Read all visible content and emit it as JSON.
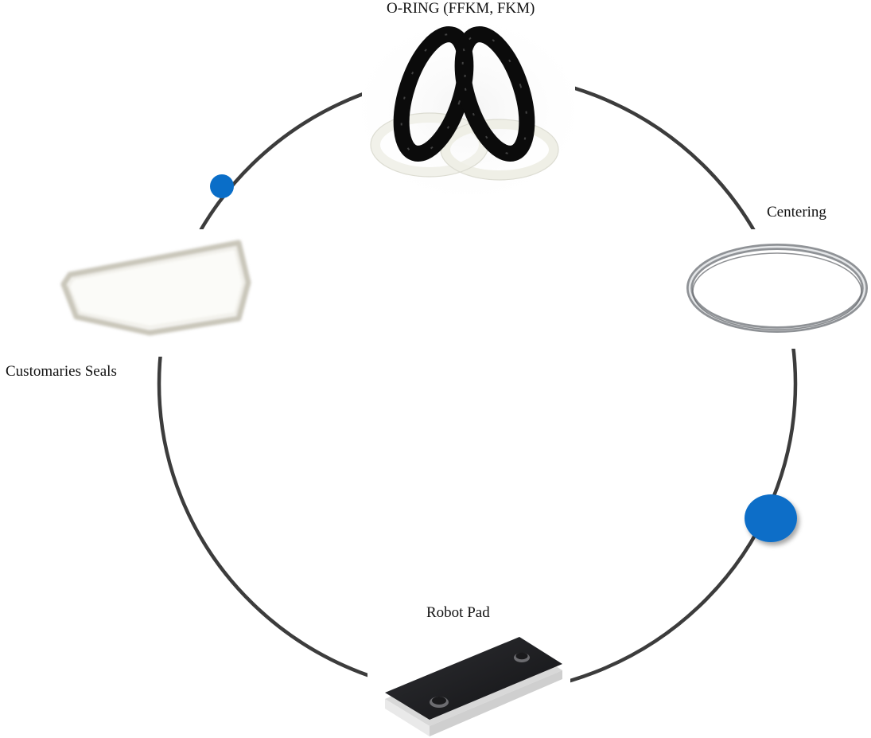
{
  "diagram": {
    "items": [
      {
        "id": "oring",
        "label": "O-RING (FFKM, FKM)",
        "image": "o-ring-photo"
      },
      {
        "id": "centering",
        "label": "Centering",
        "image": "centering-ring-photo"
      },
      {
        "id": "robot",
        "label": "Robot Pad",
        "image": "robot-pad-photo"
      },
      {
        "id": "customaries",
        "label": "Customaries Seals",
        "image": "custom-seal-photo"
      }
    ],
    "colors": {
      "circle": "#3c3c3c",
      "dot": "#0a6ec8",
      "oring_black": "#0b0b0b",
      "oring_white": "#f1f1ea",
      "pad_black": "#1c1c1e",
      "steel": "#9a9da0"
    }
  }
}
